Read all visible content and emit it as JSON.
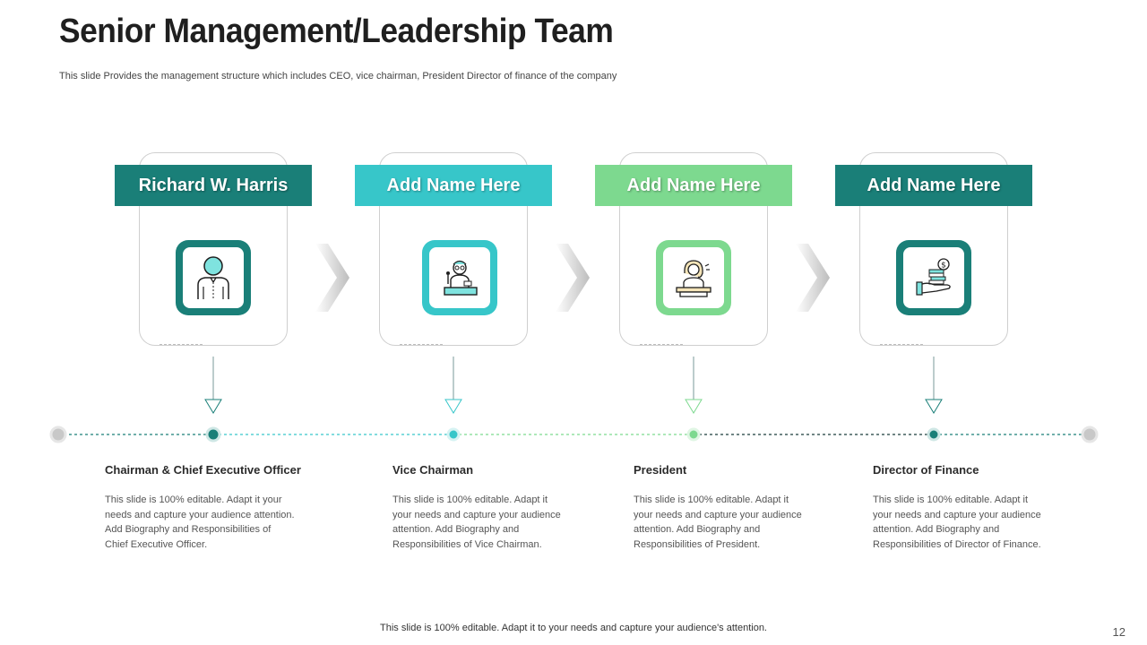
{
  "header": {
    "title": "Senior Management/Leadership Team",
    "subtitle": "This slide Provides the management structure which includes CEO, vice chairman, President Director of finance of the company"
  },
  "members": [
    {
      "name": "Richard W. Harris",
      "role": "Chairman & Chief Executive Officer",
      "description": "This slide is 100% editable.  Adapt it your needs and capture your audience attention.  Add Biography and Responsibilities  of Chief Executive Officer.",
      "icon": "businessman-icon",
      "color": "#1a7f78"
    },
    {
      "name": "Add Name Here",
      "role": "Vice Chairman",
      "description": "This slide is 100% editable.  Adapt it your needs and capture your audience attention.  Add Biography and Responsibilities  of Vice Chairman.",
      "icon": "speaker-at-desk-icon",
      "color": "#37c6c9"
    },
    {
      "name": "Add Name Here",
      "role": "President",
      "description": "This slide is 100% editable.  Adapt it your needs and capture your audience attention.  Add Biography and Responsibilities  of President.",
      "icon": "woman-at-podium-icon",
      "color": "#7dd98f"
    },
    {
      "name": "Add Name Here",
      "role": "Director of Finance",
      "description": "This slide is 100% editable.  Adapt it your needs and capture your audience attention.  Add Biography and Responsibilities  of Director of Finance.",
      "icon": "money-hand-icon",
      "color": "#1a7f78"
    }
  ],
  "timeline": {
    "end_node_color": "#c8c8c8",
    "segment_colors": [
      "#1a7f78",
      "#37c6c9",
      "#7dd98f",
      "#1a3c3a",
      "#1a7f78"
    ]
  },
  "footer": {
    "text": "This slide is 100% editable. Adapt it to your needs and capture your audience's attention.",
    "page_number": "12"
  }
}
